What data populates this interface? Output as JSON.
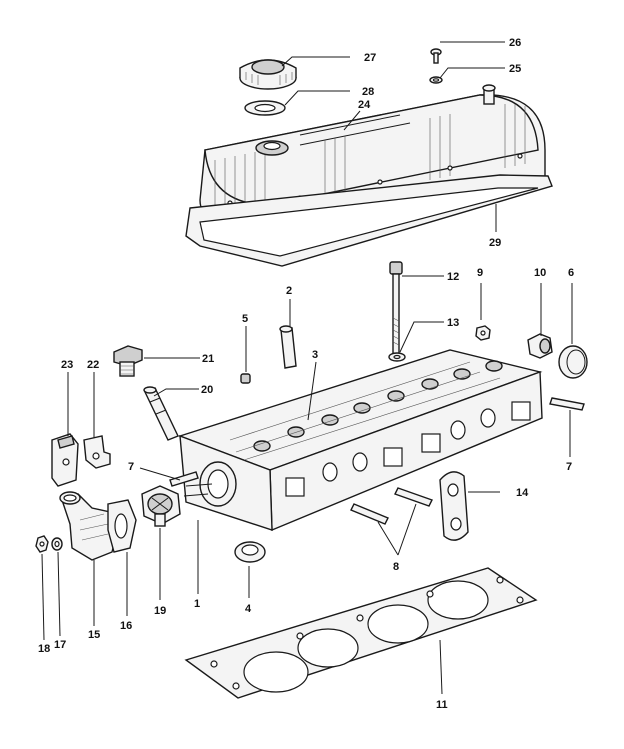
{
  "callouts": [
    {
      "id": "1",
      "label": "1"
    },
    {
      "id": "2",
      "label": "2"
    },
    {
      "id": "3",
      "label": "3"
    },
    {
      "id": "4",
      "label": "4"
    },
    {
      "id": "5",
      "label": "5"
    },
    {
      "id": "6",
      "label": "6"
    },
    {
      "id": "7a",
      "label": "7"
    },
    {
      "id": "7b",
      "label": "7"
    },
    {
      "id": "8",
      "label": "8"
    },
    {
      "id": "9",
      "label": "9"
    },
    {
      "id": "10",
      "label": "10"
    },
    {
      "id": "11",
      "label": "11"
    },
    {
      "id": "12",
      "label": "12"
    },
    {
      "id": "13",
      "label": "13"
    },
    {
      "id": "14",
      "label": "14"
    },
    {
      "id": "15",
      "label": "15"
    },
    {
      "id": "16",
      "label": "16"
    },
    {
      "id": "17",
      "label": "17"
    },
    {
      "id": "18",
      "label": "18"
    },
    {
      "id": "19",
      "label": "19"
    },
    {
      "id": "20",
      "label": "20"
    },
    {
      "id": "21",
      "label": "21"
    },
    {
      "id": "22",
      "label": "22"
    },
    {
      "id": "23",
      "label": "23"
    },
    {
      "id": "24",
      "label": "24"
    },
    {
      "id": "25",
      "label": "25"
    },
    {
      "id": "26",
      "label": "26"
    },
    {
      "id": "27",
      "label": "27"
    },
    {
      "id": "28",
      "label": "28"
    },
    {
      "id": "29",
      "label": "29"
    }
  ]
}
